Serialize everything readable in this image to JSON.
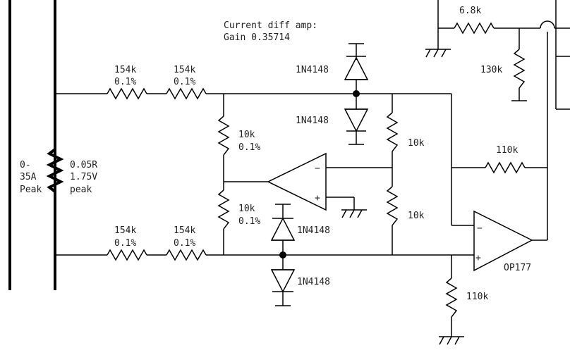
{
  "title": {
    "line1": "Current diff amp:",
    "line2": "Gain 0.35714"
  },
  "shunt": {
    "range_line1": "0-",
    "range_line2": "35A",
    "range_line3": "Peak",
    "value_line1": "0.05R",
    "value_line2": "1.75V",
    "value_line3": "peak"
  },
  "resistors": {
    "r_top_in_1": {
      "value": "154k",
      "tol": "0.1%"
    },
    "r_top_in_2": {
      "value": "154k",
      "tol": "0.1%"
    },
    "r_bot_in_1": {
      "value": "154k",
      "tol": "0.1%"
    },
    "r_bot_in_2": {
      "value": "154k",
      "tol": "0.1%"
    },
    "r_div_top": {
      "value": "10k",
      "tol": "0.1%"
    },
    "r_div_bot": {
      "value": "10k",
      "tol": "0.1%"
    },
    "r_buf_fb_top": {
      "value": "10k"
    },
    "r_buf_fb_bot": {
      "value": "10k"
    },
    "r_feedback": {
      "value": "110k"
    },
    "r_ground": {
      "value": "110k"
    },
    "r_series_top": {
      "value": "6.8k"
    },
    "r_pulldown_top": {
      "value": "130k"
    }
  },
  "diodes": {
    "d1": "1N4148",
    "d2": "1N4148",
    "d3": "1N4148",
    "d4": "1N4148"
  },
  "opamp": {
    "main_label": "OP177",
    "minus_sign": "−",
    "plus_sign": "+"
  },
  "buffer": {
    "minus_sign": "−",
    "plus_sign": "+"
  }
}
